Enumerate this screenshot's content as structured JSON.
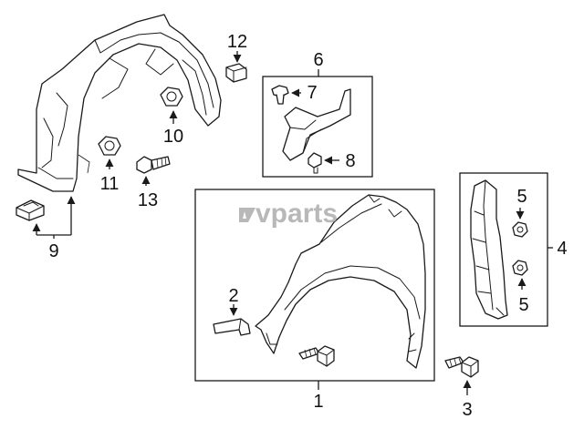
{
  "watermark": {
    "brand": "vparts"
  },
  "callouts": {
    "c1": "1",
    "c2": "2",
    "c3": "3",
    "c4": "4",
    "c5a": "5",
    "c5b": "5",
    "c6": "6",
    "c7": "7",
    "c8": "8",
    "c9": "9",
    "c10": "10",
    "c11": "11",
    "c12": "12",
    "c13": "13"
  },
  "colors": {
    "line": "#1a1a1a",
    "watermark": "#b8b8b8",
    "background": "#ffffff"
  }
}
